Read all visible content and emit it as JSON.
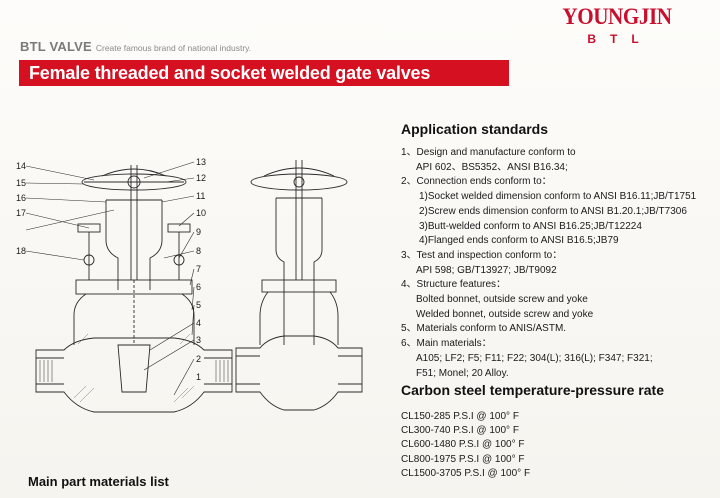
{
  "brand": {
    "logo": "YOUNGJIN",
    "sub": "BTL"
  },
  "header": {
    "brand_line": "BTL VALVE",
    "tagline": "Create famous brand of national industry.",
    "title": "Female threaded and socket welded gate valves"
  },
  "callouts": [
    "13",
    "14",
    "15",
    "16",
    "17",
    "18",
    "12",
    "11",
    "10",
    "9",
    "8",
    "7",
    "6",
    "5",
    "4",
    "3",
    "2",
    "1"
  ],
  "application": {
    "title": "Application standards",
    "lines": [
      {
        "text": "1、Design and manufacture conform to",
        "indent": 0
      },
      {
        "text": "API 602、BS5352、ANSI B16.34;",
        "indent": 1
      },
      {
        "text": "2、Connection ends conform to：",
        "indent": 0
      },
      {
        "text": "1)Socket welded dimension conform to ANSI B16.11;JB/T1751",
        "indent": 2
      },
      {
        "text": "2)Screw ends dimension conform to ANSI B1.20.1;JB/T7306",
        "indent": 2
      },
      {
        "text": "3)Butt-welded conform to ANSI B16.25;JB/T12224",
        "indent": 2
      },
      {
        "text": "4)Flanged ends conform to ANSI B16.5;JB79",
        "indent": 2
      },
      {
        "text": "3、Test and inspection conform to：",
        "indent": 0
      },
      {
        "text": "API 598;   GB/T13927;   JB/T9092",
        "indent": 1
      },
      {
        "text": "4、Structure features：",
        "indent": 0
      },
      {
        "text": "Bolted bonnet, outside screw and yoke",
        "indent": 1
      },
      {
        "text": "Welded bonnet, outside screw and yoke",
        "indent": 1
      },
      {
        "text": "5、Materials conform to ANIS/ASTM.",
        "indent": 0
      },
      {
        "text": "6、Main materials：",
        "indent": 0
      },
      {
        "text": "A105;  LF2;  F5;  F11;  F22;  304(L);  316(L);  F347;  F321;",
        "indent": 1
      },
      {
        "text": "F51;  Monel;  20 Alloy.",
        "indent": 1
      }
    ]
  },
  "rating": {
    "title": "Carbon steel temperature-pressure rate",
    "lines": [
      "CL150-285 P.S.I @ 100°  F",
      "CL300-740 P.S.I @ 100°  F",
      "CL600-1480 P.S.I @ 100°  F",
      "CL800-1975 P.S.I @ 100°  F",
      "CL1500-3705 P.S.I @ 100°  F"
    ]
  },
  "bottom": {
    "title": "Main part materials list"
  }
}
